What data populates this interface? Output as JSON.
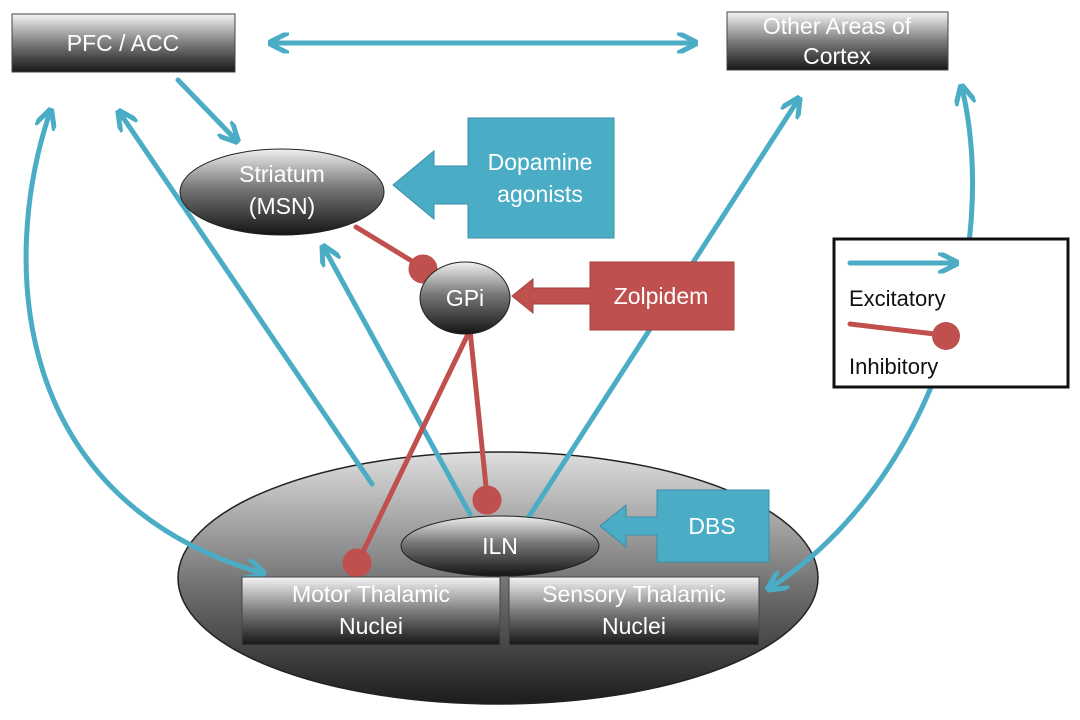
{
  "nodes": {
    "pfc_acc": "PFC / ACC",
    "other_cortex_line1": "Other Areas of",
    "other_cortex_line2": "Cortex",
    "striatum_line1": "Striatum",
    "striatum_line2": "(MSN)",
    "gpi": "GPi",
    "iln": "ILN",
    "motor_line1": "Motor Thalamic",
    "motor_line2": "Nuclei",
    "sensory_line1": "Sensory Thalamic",
    "sensory_line2": "Nuclei"
  },
  "interventions": {
    "dopamine_line1": "Dopamine",
    "dopamine_line2": "agonists",
    "zolpidem": "Zolpidem",
    "dbs": "DBS"
  },
  "legend": {
    "excitatory": "Excitatory",
    "inhibitory": "Inhibitory"
  },
  "colors": {
    "excitatory": "#4BACC6",
    "inhibitory": "#C0504D",
    "intervention_blue": "#4BACC6",
    "intervention_red": "#C0504D",
    "node_dark": "#1f1f1f"
  }
}
